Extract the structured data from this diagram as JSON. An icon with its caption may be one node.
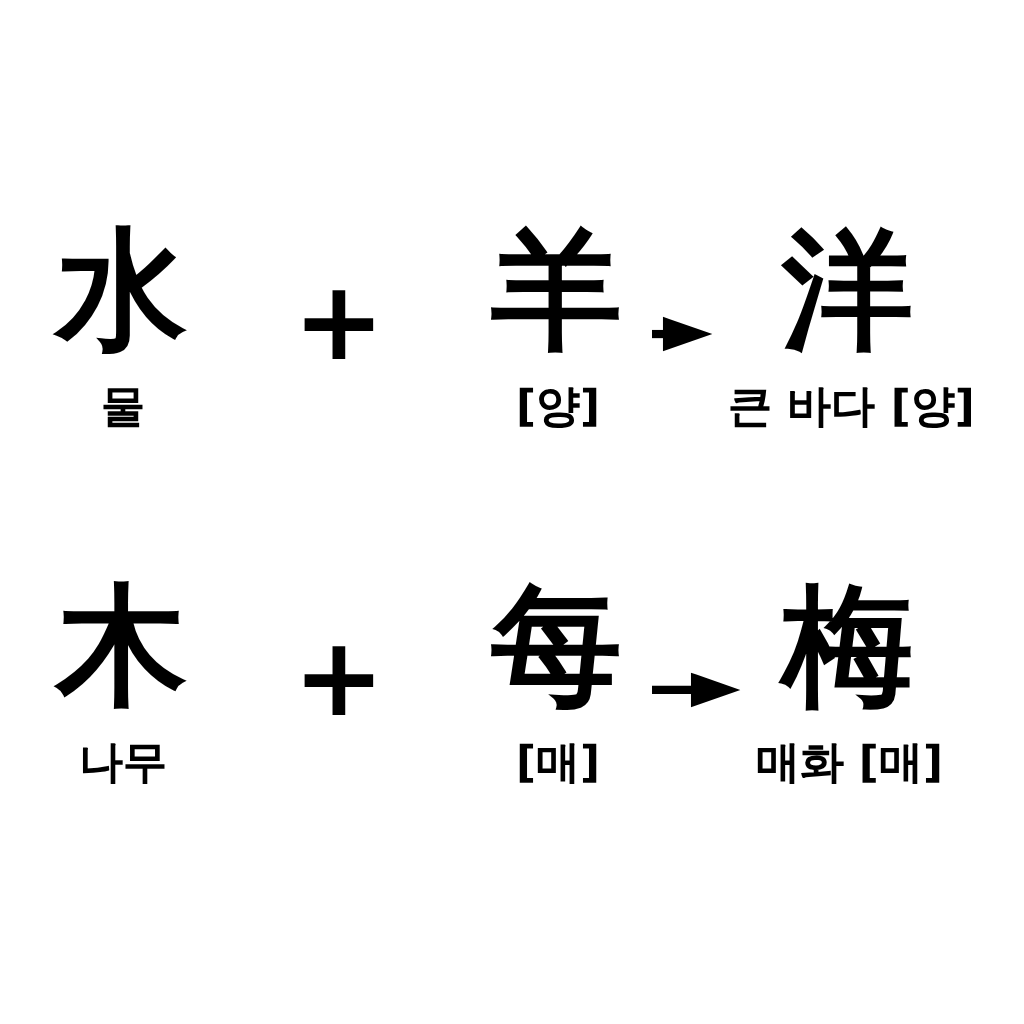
{
  "diagram": {
    "nodes": [
      {
        "text": [
          "水"
        ],
        "beside": [
          "물"
        ]
      },
      {
        "text": [
          "羊"
        ],
        "beside": [
          "[양]"
        ]
      },
      {
        "text": [
          "洋"
        ],
        "beside": [
          "큰 바다 [양]"
        ]
      },
      {
        "text": [
          "木"
        ],
        "beside": [
          "나무"
        ]
      },
      {
        "text": [
          "每"
        ],
        "beside": [
          "[매]"
        ]
      },
      {
        "text": [
          "梅"
        ],
        "beside": [
          "매화 [매]"
        ]
      }
    ],
    "edges": [
      {
        "from": 1,
        "to": 2,
        "arrow": "to"
      },
      {
        "from": 4,
        "to": 5,
        "arrow": "to"
      }
    ],
    "labels": [
      "+",
      "+"
    ]
  }
}
